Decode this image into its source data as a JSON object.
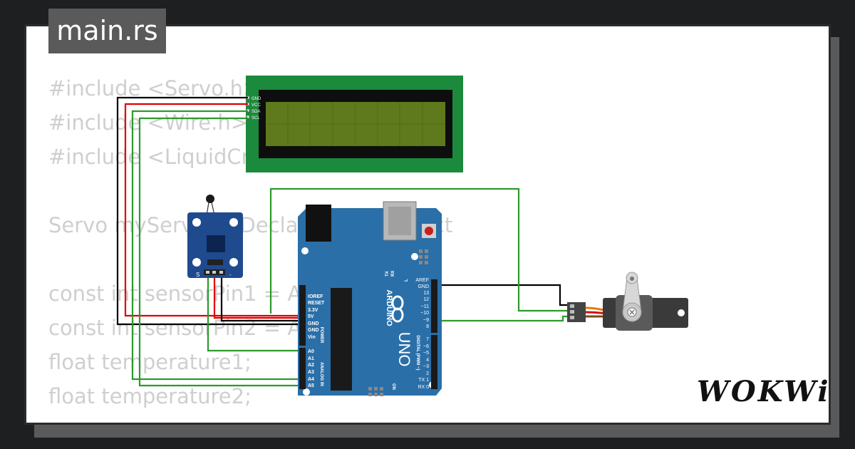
{
  "file_tab": {
    "label": "main.rs"
  },
  "code_lines": [
    "#include <Servo.h>",
    "#include <Wire.h>",
    "#include <LiquidCrystal_I2C.h>",
    "",
    "Servo myServo; // Declare servo object",
    "",
    "const int sensorPin1 = A0;",
    "const int sensorPin2 = A1;",
    "float temperature1;",
    "float temperature2;"
  ],
  "lcd": {
    "pins": [
      "GND",
      "VCC",
      "SDA",
      "SCL"
    ]
  },
  "sensor": {
    "pin_labels": [
      "S",
      "-"
    ]
  },
  "arduino": {
    "brand": "ARDUINO",
    "model": "UNO",
    "power_pins": [
      "IOREF",
      "RESET",
      "3.3V",
      "5V",
      "GND",
      "GND",
      "Vin"
    ],
    "power_label": "POWER",
    "analog_pins": [
      "A0",
      "A1",
      "A2",
      "A3",
      "A4",
      "A5"
    ],
    "analog_label": "ANALOG IN",
    "digital_top": [
      "AREF",
      "GND",
      "13",
      "12",
      "~11",
      "~10",
      "~9",
      "8"
    ],
    "digital_bottom": [
      "7",
      "~6",
      "~5",
      "4",
      "~3",
      "2",
      "TX 1",
      "RX 0"
    ],
    "digital_label": "DIGITAL (PWM ~)",
    "tx": "TX",
    "rx": "RX",
    "l": "L",
    "on": "ON"
  },
  "brand_logo": "WOKWi",
  "colors": {
    "wire_black": "#000000",
    "wire_red": "#e00000",
    "wire_green": "#2c9a2c",
    "board": "#2a6fa8",
    "lcd_pcb": "#1c8a3c",
    "lcd_screen": "#5f7a1c"
  }
}
